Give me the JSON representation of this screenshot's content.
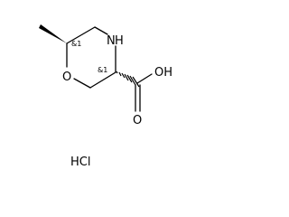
{
  "molecule": {
    "atoms": {
      "nitrogen": "N",
      "hydrogen_on_n": "H",
      "oxygen_ring": "O",
      "hydroxyl": "OH",
      "carbonyl_oxygen": "O"
    },
    "stereo_labels": {
      "c6": "&1",
      "c3": "&1"
    },
    "salt": "HCl"
  }
}
